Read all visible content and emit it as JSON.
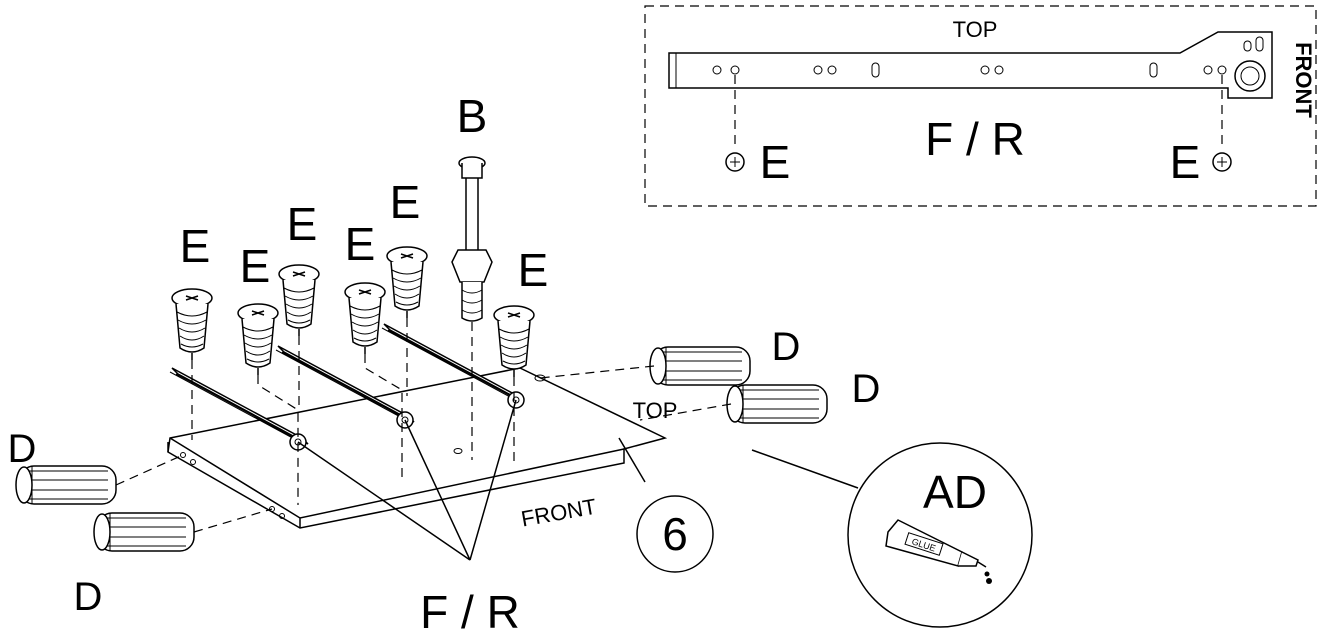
{
  "detail_inset": {
    "top_label": "TOP",
    "front_label": "FRONT",
    "rail_label": "F / R",
    "screw_left_label": "E",
    "screw_right_label": "E"
  },
  "main": {
    "screw_label": "E",
    "bolt_label": "B",
    "dowel_label": "D",
    "panel_top_label": "TOP",
    "panel_front_label": "FRONT",
    "step_number": "6",
    "rail_label": "F / R"
  },
  "adhesive": {
    "label": "AD",
    "tube_text": "GLUE"
  }
}
